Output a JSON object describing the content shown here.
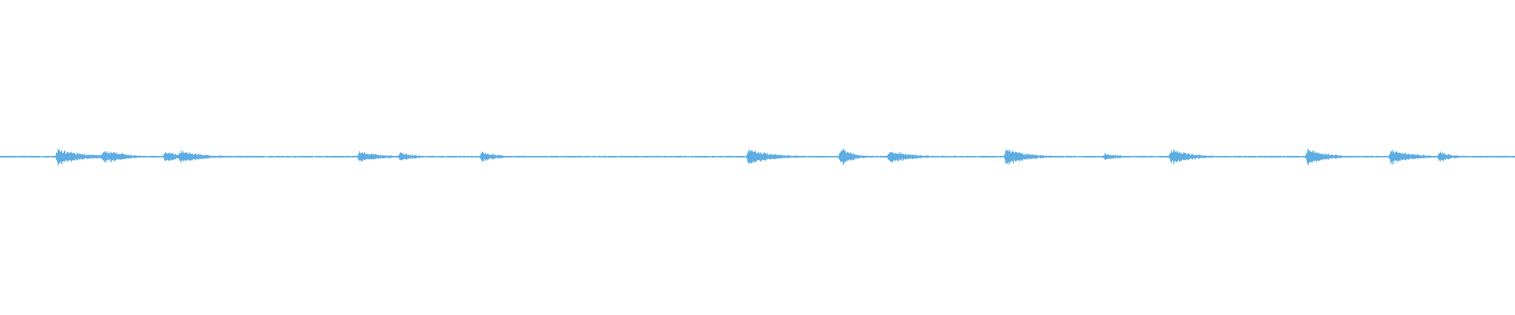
{
  "waveform": {
    "color": "#5dade2",
    "background": "#ffffff",
    "baseline_amplitude": 0.03,
    "bursts": [
      {
        "position": 0.038,
        "amplitude": 0.42,
        "decay": 0.018
      },
      {
        "position": 0.068,
        "amplitude": 0.36,
        "decay": 0.012
      },
      {
        "position": 0.073,
        "amplitude": 0.3,
        "decay": 0.012
      },
      {
        "position": 0.109,
        "amplitude": 0.3,
        "decay": 0.01
      },
      {
        "position": 0.119,
        "amplitude": 0.36,
        "decay": 0.014
      },
      {
        "position": 0.237,
        "amplitude": 0.3,
        "decay": 0.014
      },
      {
        "position": 0.264,
        "amplitude": 0.24,
        "decay": 0.01
      },
      {
        "position": 0.318,
        "amplitude": 0.28,
        "decay": 0.01
      },
      {
        "position": 0.494,
        "amplitude": 0.42,
        "decay": 0.016
      },
      {
        "position": 0.555,
        "amplitude": 0.5,
        "decay": 0.008
      },
      {
        "position": 0.587,
        "amplitude": 0.36,
        "decay": 0.014
      },
      {
        "position": 0.664,
        "amplitude": 0.46,
        "decay": 0.014
      },
      {
        "position": 0.729,
        "amplitude": 0.2,
        "decay": 0.01
      },
      {
        "position": 0.773,
        "amplitude": 0.4,
        "decay": 0.014
      },
      {
        "position": 0.863,
        "amplitude": 0.4,
        "decay": 0.014
      },
      {
        "position": 0.918,
        "amplitude": 0.42,
        "decay": 0.014
      },
      {
        "position": 0.95,
        "amplitude": 0.26,
        "decay": 0.01
      }
    ]
  }
}
